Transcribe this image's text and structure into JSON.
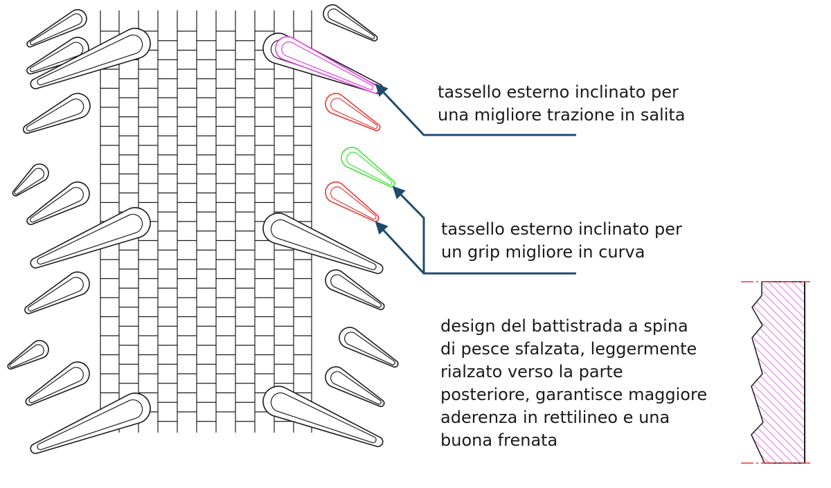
{
  "colors": {
    "line": "#1a1a1a",
    "arrow": "#1f4a6e",
    "magenta": "#e23ce0",
    "red": "#e53935",
    "green": "#45e03a",
    "hatch": "#d651d4",
    "cut": "#e53935"
  },
  "labels": {
    "uphill": [
      "tassello esterno inclinato per",
      "una migliore trazione in salita"
    ],
    "cornering": [
      "tassello esterno inclinato per",
      "un grip migliore in curva"
    ],
    "design": [
      "design del battistrada a spina",
      "di pesce sfalzata, leggermente",
      "rialzato verso la parte",
      "posteriore, garantisce maggiore",
      "aderenza in rettilineo e una",
      "buona frenata"
    ]
  }
}
